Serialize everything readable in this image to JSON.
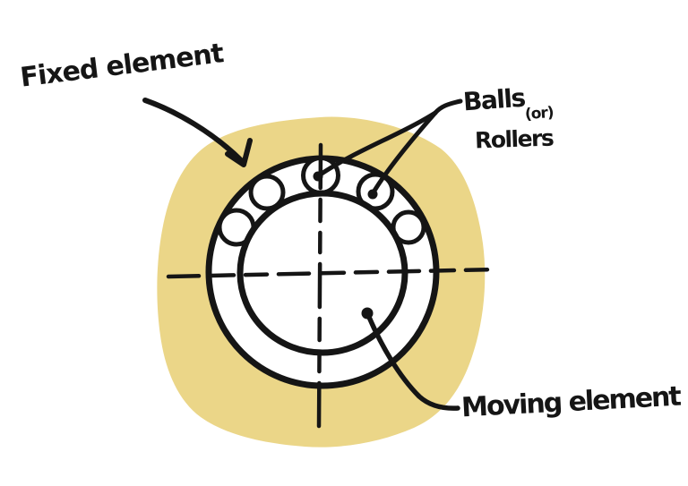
{
  "scene": {
    "description": "Hand-drawn sketch of a ball bearing cross-section",
    "visible_ball_count": 5
  },
  "colors": {
    "background": "#ffffff",
    "housing": "#ebd688",
    "ink": "#151515",
    "ring_fill": "#ffffff"
  },
  "labels": {
    "fixed_element": "Fixed element",
    "balls": "Balls",
    "or": "(or)",
    "rollers": "Rollers",
    "moving_element": "Moving element"
  }
}
